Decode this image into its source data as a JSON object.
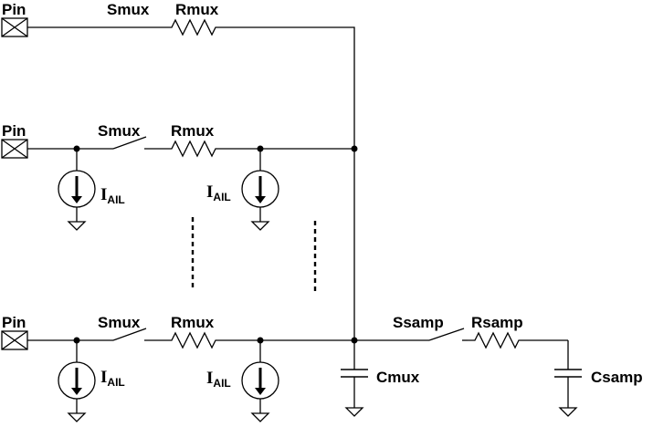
{
  "labels": {
    "pin": "Pin",
    "smux": "Smux",
    "rmux": "Rmux",
    "leak_main": "I",
    "leak_sub": "AIL",
    "cmux": "Cmux",
    "ssamp": "Ssamp",
    "rsamp": "Rsamp",
    "csamp": "Csamp"
  }
}
